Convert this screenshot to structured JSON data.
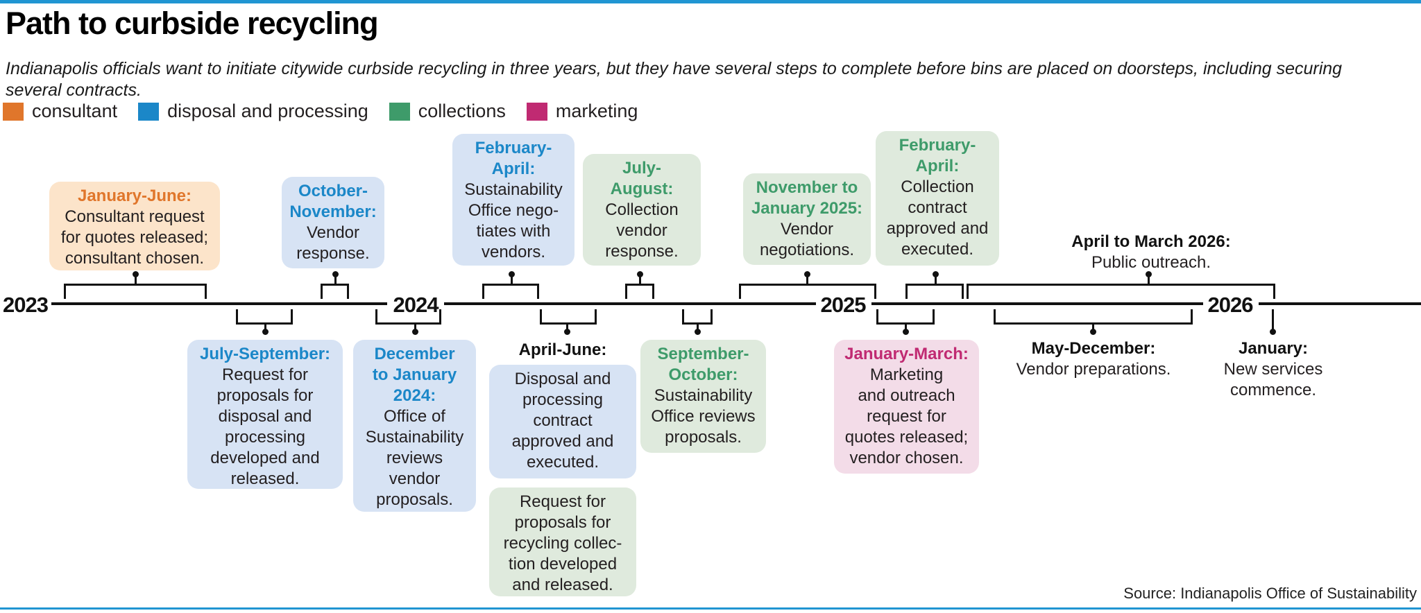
{
  "header": {
    "title": "Path to curbside recycling",
    "subtitle": "Indianapolis officials want to initiate citywide curbside recycling in three years, but they have several steps to complete before bins are placed on doorsteps, including securing\nseveral contracts."
  },
  "legend": {
    "items": [
      {
        "label": "consultant",
        "color": "#e0762b",
        "box_fill": "#fce4ca"
      },
      {
        "label": "disposal and processing",
        "color": "#1b87c8",
        "box_fill": "#d7e3f4"
      },
      {
        "label": "collections",
        "color": "#3e9b6a",
        "box_fill": "#dfeadd"
      },
      {
        "label": "marketing",
        "color": "#c02a72",
        "box_fill": "#f3dce8"
      }
    ]
  },
  "timeline": {
    "years": [
      "2023",
      "2024",
      "2025",
      "2026"
    ],
    "axis_color": "#111111",
    "events_above": [
      {
        "category": "consultant",
        "header": "January-June:",
        "body": "Consultant request\nfor quotes released;\nconsultant chosen."
      },
      {
        "category": "disposal and processing",
        "header": "October-\nNovember:",
        "body": "Vendor\nresponse."
      },
      {
        "category": "disposal and processing",
        "header": "February-\nApril:",
        "body": "Sustainability\nOffice nego-\ntiates with\nvendors."
      },
      {
        "category": "collections",
        "header": "July-\nAugust:",
        "body": "Collection\nvendor\nresponse."
      },
      {
        "category": "collections",
        "header": "November to\nJanuary 2025:",
        "body": "Vendor\nnegotiations."
      },
      {
        "category": "collections",
        "header": "February-\nApril:",
        "body": "Collection\ncontract\napproved and\nexecuted."
      },
      {
        "category": "none",
        "header": "April to March 2026:",
        "body": "Public outreach."
      }
    ],
    "events_below": [
      {
        "category": "disposal and processing",
        "header": "July-September:",
        "body": "Request for\nproposals for\ndisposal and\nprocessing\ndeveloped and\nreleased."
      },
      {
        "category": "disposal and processing",
        "header": "December\nto January\n2024:",
        "body": "Office of\nSustainability\nreviews\nvendor\nproposals."
      },
      {
        "category": "multi",
        "header": "April-June:",
        "body_disposal": "Disposal and\nprocessing\ncontract\napproved and\nexecuted.",
        "body_collections": "Request for\nproposals for\nrecycling collec-\ntion developed\nand released."
      },
      {
        "category": "collections",
        "header": "September-\nOctober:",
        "body": "Sustainability\nOffice reviews\nproposals."
      },
      {
        "category": "marketing",
        "header": "January-March:",
        "body": "Marketing\nand outreach\nrequest for\nquotes released;\nvendor chosen."
      },
      {
        "category": "none",
        "header": "May-December:",
        "body": "Vendor preparations."
      },
      {
        "category": "none",
        "header": "January:",
        "body": "New services\ncommence."
      }
    ]
  },
  "footer": {
    "source": "Source: Indianapolis Office of Sustainability"
  }
}
